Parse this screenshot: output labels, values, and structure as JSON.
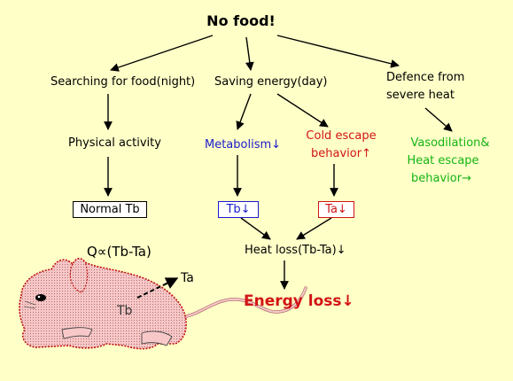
{
  "title": "No food!",
  "branches": {
    "searching": "Searching for food(night)",
    "saving": "Saving energy(day)",
    "defence_line1": "Defence from",
    "defence_line2": "severe heat"
  },
  "second": {
    "physical": "Physical activity",
    "metabolism": "Metabolism↓",
    "cold_line1": "Cold escape",
    "cold_line2": "behavior↑",
    "vaso_line1": "Vasodilation&",
    "vaso_line2": "Heat escape",
    "vaso_line3": "behavior→"
  },
  "boxes": {
    "normal_tb": "Normal Tb",
    "tb": "Tb↓",
    "ta": "Ta↓"
  },
  "heat_loss": "Heat loss(Tb-Ta)↓",
  "energy_loss": "Energy loss↓",
  "formula": "Q∝(Tb-Ta)",
  "mouse": {
    "tb_label": "Tb",
    "ta_label": "Ta"
  },
  "colors": {
    "background": "#ffffc8",
    "blue": "#1a1acc",
    "red": "#d21414",
    "green": "#14b414",
    "mouse_fill": "#f8c8c8"
  }
}
